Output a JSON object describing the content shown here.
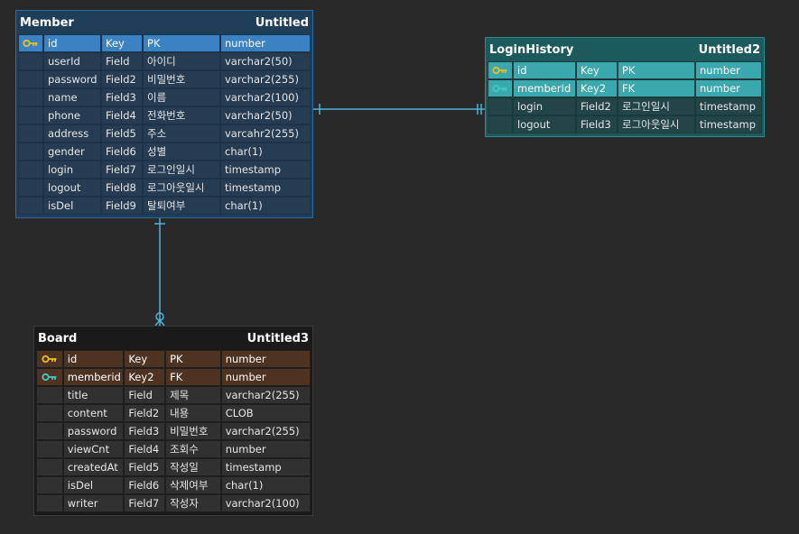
{
  "colors": {
    "connector": "#4fb3d9",
    "member_header": "#1f3e5a",
    "loginhistory_header": "#1c5a5e",
    "board_header": "#1a1a1a",
    "fk_type_text": "#e04a3a",
    "key_icon_gold": "#e6c02a",
    "key_icon_teal": "#3ec8c8"
  },
  "entities": {
    "member": {
      "name": "Member",
      "table": "Untitled",
      "columns": [
        {
          "name": "id",
          "key": "Key",
          "comment": "PK",
          "type": "number",
          "icon": "primary-key-icon"
        },
        {
          "name": "userId",
          "key": "Field",
          "comment": "아이디",
          "type": "varchar2(50)"
        },
        {
          "name": "password",
          "key": "Field2",
          "comment": "비밀번호",
          "type": "varchar2(255)"
        },
        {
          "name": "name",
          "key": "Field3",
          "comment": "이름",
          "type": "varchar2(100)"
        },
        {
          "name": "phone",
          "key": "Field4",
          "comment": "전화번호",
          "type": "varchar2(50)"
        },
        {
          "name": "address",
          "key": "Field5",
          "comment": "주소",
          "type": "varcahr2(255)"
        },
        {
          "name": "gender",
          "key": "Field6",
          "comment": "성별",
          "type": "char(1)"
        },
        {
          "name": "login",
          "key": "Field7",
          "comment": "로그인일시",
          "type": "timestamp"
        },
        {
          "name": "logout",
          "key": "Field8",
          "comment": "로그아웃일시",
          "type": "timestamp"
        },
        {
          "name": "isDel",
          "key": "Field9",
          "comment": "탈퇴여부",
          "type": "char(1)"
        }
      ]
    },
    "loginhistory": {
      "name": "LoginHistory",
      "table": "Untitled2",
      "columns": [
        {
          "name": "id",
          "key": "Key",
          "comment": "PK",
          "type": "number",
          "icon": "primary-key-icon"
        },
        {
          "name": "memberId",
          "key": "Key2",
          "comment": "FK",
          "type": "number",
          "icon": "foreign-key-icon"
        },
        {
          "name": "login",
          "key": "Field2",
          "comment": "로그인일시",
          "type": "timestamp"
        },
        {
          "name": "logout",
          "key": "Field3",
          "comment": "로그아웃일시",
          "type": "timestamp"
        }
      ]
    },
    "board": {
      "name": "Board",
      "table": "Untitled3",
      "columns": [
        {
          "name": "id",
          "key": "Key",
          "comment": "PK",
          "type": "number",
          "icon": "primary-key-icon"
        },
        {
          "name": "memberid",
          "key": "Key2",
          "comment": "FK",
          "type": "number",
          "icon": "foreign-key-icon"
        },
        {
          "name": "title",
          "key": "Field",
          "comment": "제목",
          "type": "varchar2(255)"
        },
        {
          "name": "content",
          "key": "Field2",
          "comment": "내용",
          "type": "CLOB"
        },
        {
          "name": "password",
          "key": "Field3",
          "comment": "비밀번호",
          "type": "varchar2(255)"
        },
        {
          "name": "viewCnt",
          "key": "Field4",
          "comment": "조회수",
          "type": "number"
        },
        {
          "name": "createdAt",
          "key": "Field5",
          "comment": "작성일",
          "type": "timestamp"
        },
        {
          "name": "isDel",
          "key": "Field6",
          "comment": "삭제여부",
          "type": "char(1)"
        },
        {
          "name": "writer",
          "key": "Field7",
          "comment": "작성자",
          "type": "varchar2(100)"
        }
      ]
    }
  },
  "relationships": [
    {
      "from": "Member",
      "to": "LoginHistory",
      "from_end": "one",
      "to_end": "one-mandatory"
    },
    {
      "from": "Member",
      "to": "Board",
      "from_end": "one",
      "to_end": "zero-or-many"
    }
  ]
}
